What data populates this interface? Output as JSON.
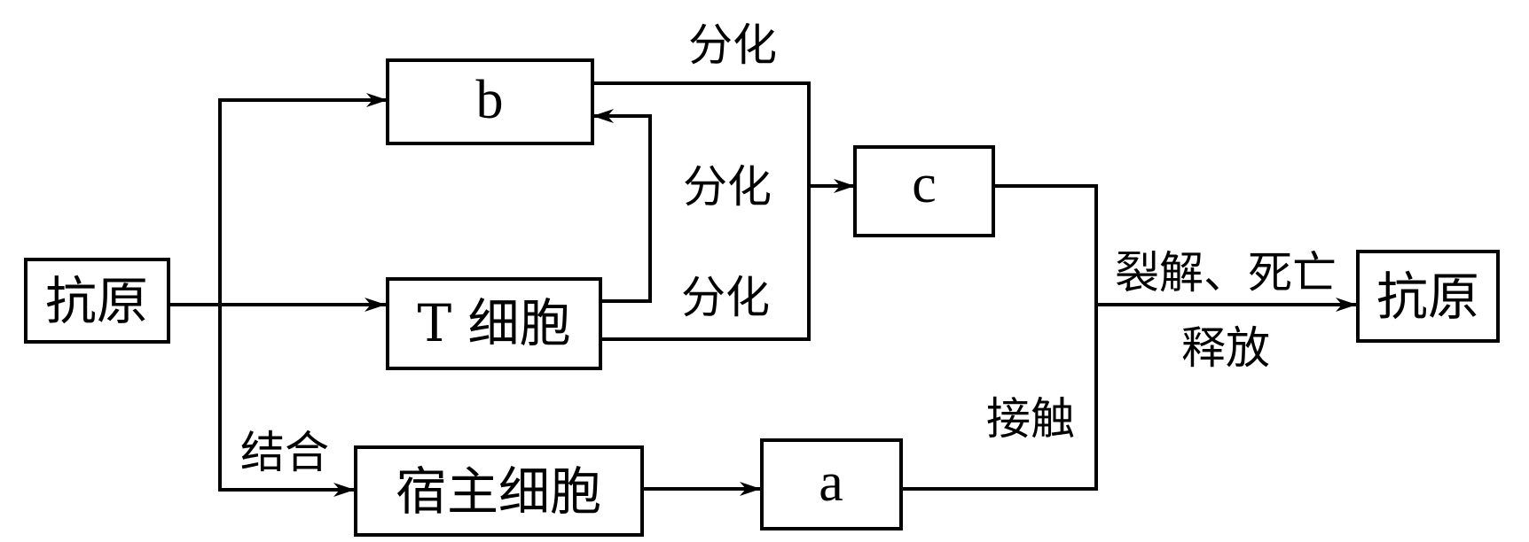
{
  "nodes": {
    "antigen_left": "抗原",
    "b": "b",
    "t_cell": "T 细胞",
    "c": "c",
    "host_cell": "宿主细胞",
    "a": "a",
    "antigen_right": "抗原"
  },
  "edge_labels": {
    "b_to_c": "分化",
    "t_to_b": "分化",
    "t_to_c": "分化",
    "antigen_to_host": "结合",
    "a_to_c": "接触",
    "lysis": "裂解、死亡",
    "release": "释放"
  },
  "colors": {
    "stroke": "#000000",
    "background": "#ffffff"
  }
}
